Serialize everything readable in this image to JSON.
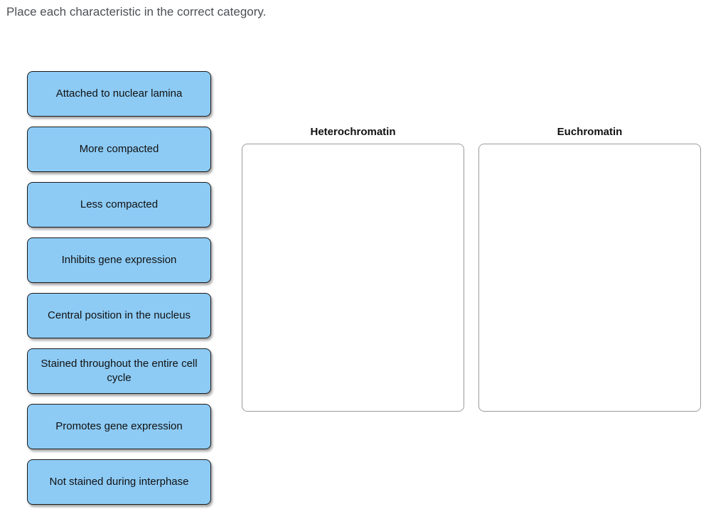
{
  "title": "Place each characteristic in the correct category.",
  "colors": {
    "chip_fill": "#8DCBF5",
    "chip_border": "#1a1a1a",
    "chip_text": "#111111",
    "dropzone_border": "#9b9b9b",
    "category_text": "#111111",
    "title_text": "#4d5055"
  },
  "chips": [
    {
      "label": "Attached to nuclear lamina"
    },
    {
      "label": "More compacted"
    },
    {
      "label": "Less compacted"
    },
    {
      "label": "Inhibits gene expression"
    },
    {
      "label": "Central position in the nucleus"
    },
    {
      "label": "Stained throughout the entire cell cycle"
    },
    {
      "label": "Promotes gene expression"
    },
    {
      "label": "Not stained during interphase"
    }
  ],
  "categories": [
    {
      "label": "Heterochromatin"
    },
    {
      "label": "Euchromatin"
    }
  ]
}
